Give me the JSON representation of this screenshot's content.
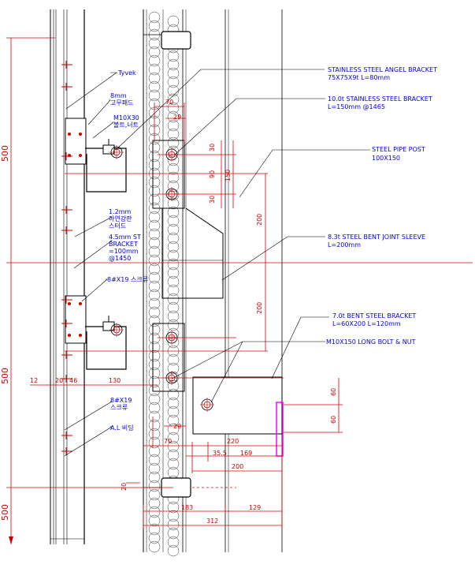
{
  "labels": {
    "tyvek": "Tyvek",
    "plate_8mm": [
      "8mm",
      "고무패드"
    ],
    "bolt_m10x30": [
      "M10X30",
      "볼트,너트"
    ],
    "sheet_1_2mm": [
      "1.2mm",
      "아연강판",
      "스터드"
    ],
    "bracket_4_5mm": [
      "4.5mm ST",
      "BRACKET",
      "=100mm",
      "@1450"
    ],
    "screw_1": "8#X19 스크류",
    "screw_2": [
      "8#X19",
      "스크류"
    ],
    "al_angle": "A.L 비딩",
    "angle_bracket": [
      "STAINLESS STEEL ANGEL BRACKET",
      "75X75X9t  L=80mm"
    ],
    "stainless_bracket": [
      "10.0t STAINLESS STEEL BRACKET",
      "L=150mm @1465"
    ],
    "pipe_post": [
      "STEEL PIPE POST",
      "100X150"
    ],
    "joint_sleeve": [
      "8.3t STEEL BENT JOINT SLEEVE",
      "L=200mm"
    ],
    "bent_bracket": [
      "7.0t BENT STEEL BRACKET",
      "L=60X200 L=120mm"
    ],
    "long_bolt": "M10X150 LONG BOLT & NUT"
  },
  "dimensions": {
    "left_500_top": "500",
    "left_500_mid": "500",
    "left_500_bottom": "500",
    "d70_top": "70",
    "d29_top": "29",
    "d30_a": "30",
    "d90": "90",
    "d30_b": "30",
    "d150": "150",
    "d200_a": "200",
    "d200_b": "200",
    "d12": "12",
    "d20": "20",
    "d46": "46",
    "d130": "130",
    "d60_a": "60",
    "d60_b": "60",
    "d29_bot": "29",
    "d70_bot": "70",
    "d220": "220",
    "d35_5": "35.5",
    "d169": "169",
    "d200_c": "200",
    "d20_small": "20",
    "d183": "183",
    "d129": "129",
    "d312": "312"
  },
  "colors": {
    "annotation": "#0000ee",
    "dimension": "#cc0000",
    "line": "#000000",
    "highlight": "#ff00ff"
  }
}
